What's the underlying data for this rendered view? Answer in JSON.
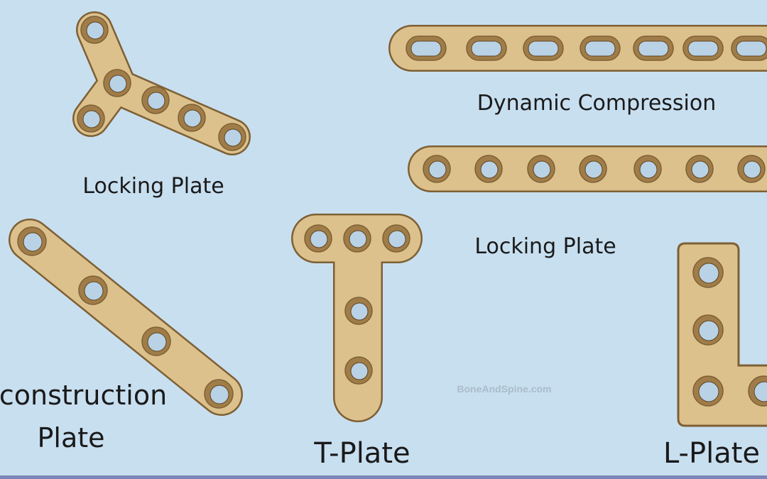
{
  "colors": {
    "background": "#c8dff0",
    "plate": "#dcc18d",
    "plate_outline": "#7e6034",
    "hole_ring": "#a07d48",
    "hole": "#b9d2e6",
    "bottom_strip": "#7b86b8"
  },
  "labels": {
    "locking_plate_left": "Locking Plate",
    "dynamic_compression": "Dynamic Compression",
    "locking_plate_right": "Locking Plate",
    "reconstruction_line1": "Reconstruction",
    "reconstruction_line2": "Plate",
    "t_plate": "T-Plate",
    "l_plate": "L-Plate"
  },
  "watermark": "BoneAndSpine.com"
}
